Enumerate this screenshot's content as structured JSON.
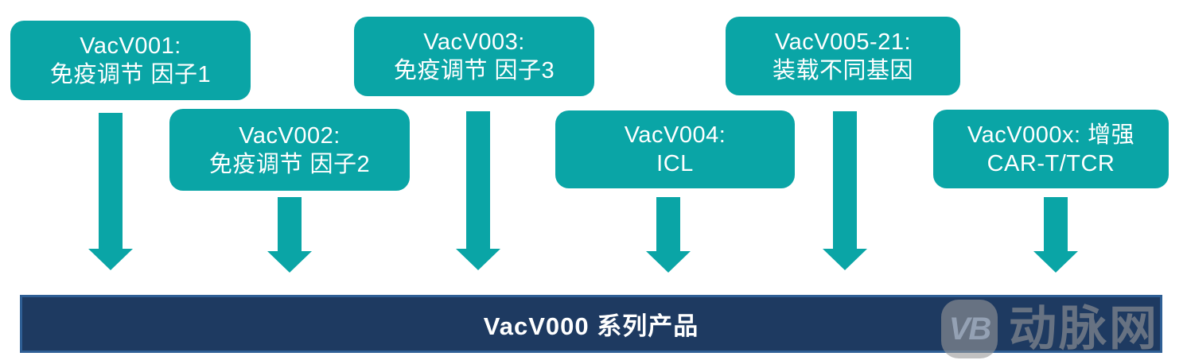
{
  "colors": {
    "teal": "#0AA5A6",
    "bar-fill": "#1E3A61",
    "bar-border": "#2F5F95",
    "text-white": "#FFFFFF",
    "watermark": "#989898"
  },
  "boxes": [
    {
      "id": "vacv001",
      "line1": "VacV001:",
      "line2": "免疫调节 因子1"
    },
    {
      "id": "vacv002",
      "line1": "VacV002:",
      "line2": "免疫调节 因子2"
    },
    {
      "id": "vacv003",
      "line1": "VacV003:",
      "line2": "免疫调节 因子3"
    },
    {
      "id": "vacv004",
      "line1": "VacV004:",
      "line2": "ICL"
    },
    {
      "id": "vacv005",
      "line1": "VacV005-21:",
      "line2": "装载不同基因"
    },
    {
      "id": "vacv000x",
      "line1": "VacV000x: 增强",
      "line2": "CAR-T/TCR"
    }
  ],
  "bar": {
    "label": "VacV000 系列产品"
  },
  "watermark": {
    "logo_text": "VB",
    "brand_text": "动脉网"
  }
}
